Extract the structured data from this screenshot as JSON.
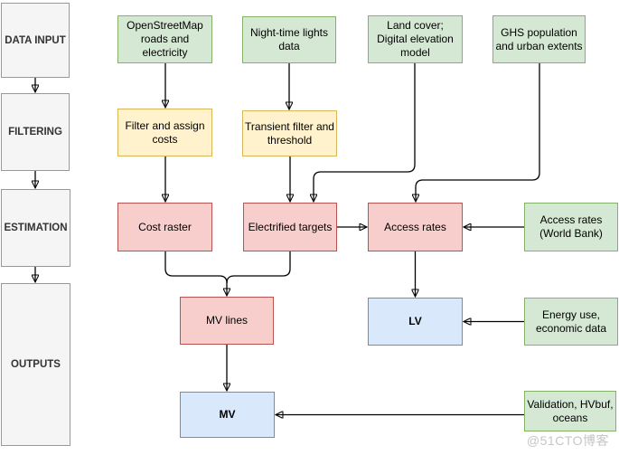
{
  "diagram": {
    "stages": [
      {
        "label": "DATA INPUT"
      },
      {
        "label": "FILTERING"
      },
      {
        "label": "ESTIMATION"
      },
      {
        "label": "OUTPUTS"
      }
    ],
    "nodes": {
      "osm": "OpenStreetMap roads and electricity",
      "ntl": "Night-time lights data",
      "landcover": "Land cover; Digital elevation model",
      "ghs": "GHS population and urban extents",
      "filter_costs": "Filter and assign costs",
      "transient": "Transient filter and threshold",
      "cost_raster": "Cost raster",
      "electrified": "Electrified targets",
      "access_rates": "Access rates",
      "access_wb": "Access rates (World Bank)",
      "mv_lines": "MV lines",
      "lv": "LV",
      "energy": "Energy use, economic data",
      "mv": "MV",
      "validation": "Validation, HVbuf, oceans"
    },
    "colors": {
      "input_fill": "#d5e8d4",
      "input_border": "#82b366",
      "filter_fill": "#fff2cc",
      "filter_border": "#d6b656",
      "estimation_fill": "#f8cecc",
      "estimation_border": "#b85450",
      "output_fill": "#dae8fc",
      "output_border": "#6c8ebf",
      "stage_fill": "#f5f5f5",
      "stage_border": "#999999",
      "connector": "#000000"
    },
    "watermark": "@51CTO博客"
  }
}
